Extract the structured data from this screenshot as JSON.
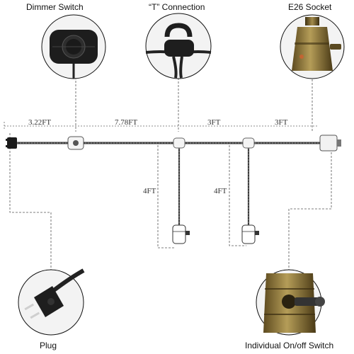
{
  "callouts": {
    "dimmer_switch": "Dimmer Switch",
    "t_connection": "“T” Connection",
    "e26_socket": "E26 Socket",
    "plug": "Plug",
    "individual_switch": "Individual On/off Switch"
  },
  "dimensions": {
    "seg1": "3.22FT",
    "seg2": "7.78FT",
    "seg3": "3FT",
    "seg4": "3FT",
    "drop1": "4FT",
    "drop2": "4FT"
  },
  "colors": {
    "cord": "#4a4a4a",
    "brass": "#9a8448",
    "guide": "#555555"
  }
}
